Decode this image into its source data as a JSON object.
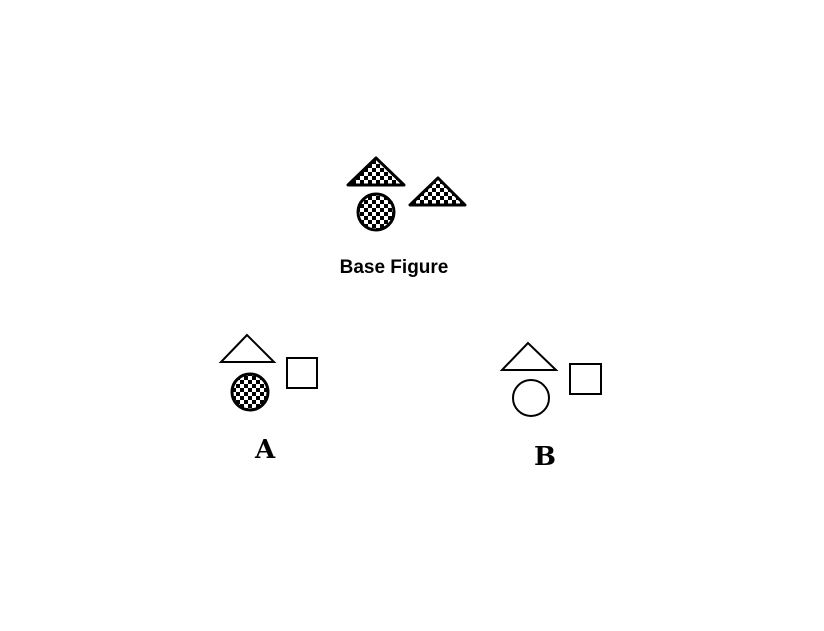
{
  "base_figure": {
    "caption": "Base Figure",
    "shapes": [
      {
        "kind": "triangle",
        "fill": "checkered"
      },
      {
        "kind": "triangle",
        "fill": "checkered"
      },
      {
        "kind": "circle",
        "fill": "checkered"
      }
    ]
  },
  "options": [
    {
      "label": "A",
      "shapes": [
        {
          "kind": "triangle",
          "fill": "none"
        },
        {
          "kind": "square",
          "fill": "none"
        },
        {
          "kind": "circle",
          "fill": "checkered"
        }
      ]
    },
    {
      "label": "B",
      "shapes": [
        {
          "kind": "triangle",
          "fill": "none"
        },
        {
          "kind": "square",
          "fill": "none"
        },
        {
          "kind": "circle",
          "fill": "none"
        }
      ]
    }
  ],
  "colors": {
    "ink": "#000000",
    "background": "#ffffff"
  }
}
